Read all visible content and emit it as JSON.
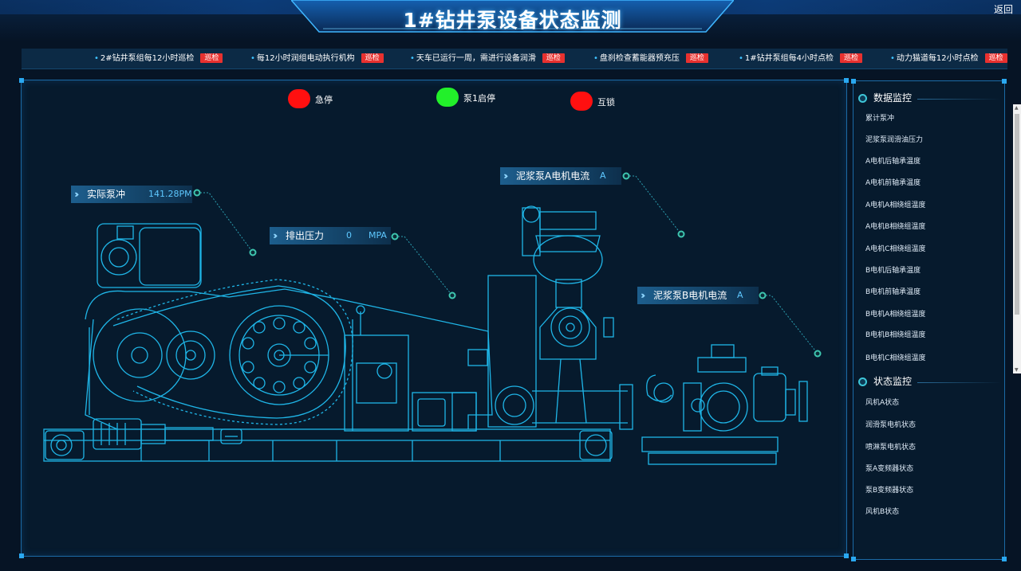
{
  "header": {
    "title": "1#钻井泵设备状态监测",
    "back_label": "返回"
  },
  "ticker": {
    "items": [
      {
        "text": "2#钻井泵组每12小时巡检",
        "badge": "巡检"
      },
      {
        "text": "每12小时润组电动执行机构",
        "badge": "巡检"
      },
      {
        "text": "天车已运行一周，需进行设备润滑",
        "badge": "巡检"
      },
      {
        "text": "盘刹检查蓄能器预充压",
        "badge": "巡检"
      },
      {
        "text": "1#钻井泵组每4小时点检",
        "badge": "巡检"
      },
      {
        "text": "动力猫道每12小时点检",
        "badge": "巡检"
      }
    ]
  },
  "indicators": [
    {
      "label": "急停",
      "color": "#ff1010"
    },
    {
      "label": "泵1启停",
      "color": "#22f02a"
    },
    {
      "label": "互锁",
      "color": "#ff1010"
    }
  ],
  "tags": {
    "pump_stroke": {
      "name": "实际泵冲",
      "value": "141.28PM",
      "unit": ""
    },
    "discharge_pressure": {
      "name": "排出压力",
      "value": "0",
      "unit": "MPA"
    },
    "motor_a_current": {
      "name": "泥浆泵A电机电流",
      "value": "",
      "unit": "A"
    },
    "motor_b_current": {
      "name": "泥浆泵B电机电流",
      "value": "",
      "unit": "A"
    }
  },
  "data_monitor": {
    "title": "数据监控",
    "items": [
      "累计泵冲",
      "泥浆泵润滑油压力",
      "A电机后轴承温度",
      "A电机前轴承温度",
      "A电机A相绕组温度",
      "A电机B相绕组温度",
      "A电机C相绕组温度",
      "B电机后轴承温度",
      "B电机前轴承温度",
      "B电机A相绕组温度",
      "B电机B相绕组温度",
      "B电机C相绕组温度"
    ]
  },
  "status_monitor": {
    "title": "状态监控",
    "items": [
      "风机A状态",
      "润滑泵电机状态",
      "喷淋泵电机状态",
      "泵A变频器状态",
      "泵B变频器状态",
      "风机B状态"
    ]
  },
  "colors": {
    "accent": "#2aa8f0",
    "line_art": "#1fb6e8",
    "badge_red": "#e8312f",
    "background": "#061425"
  }
}
